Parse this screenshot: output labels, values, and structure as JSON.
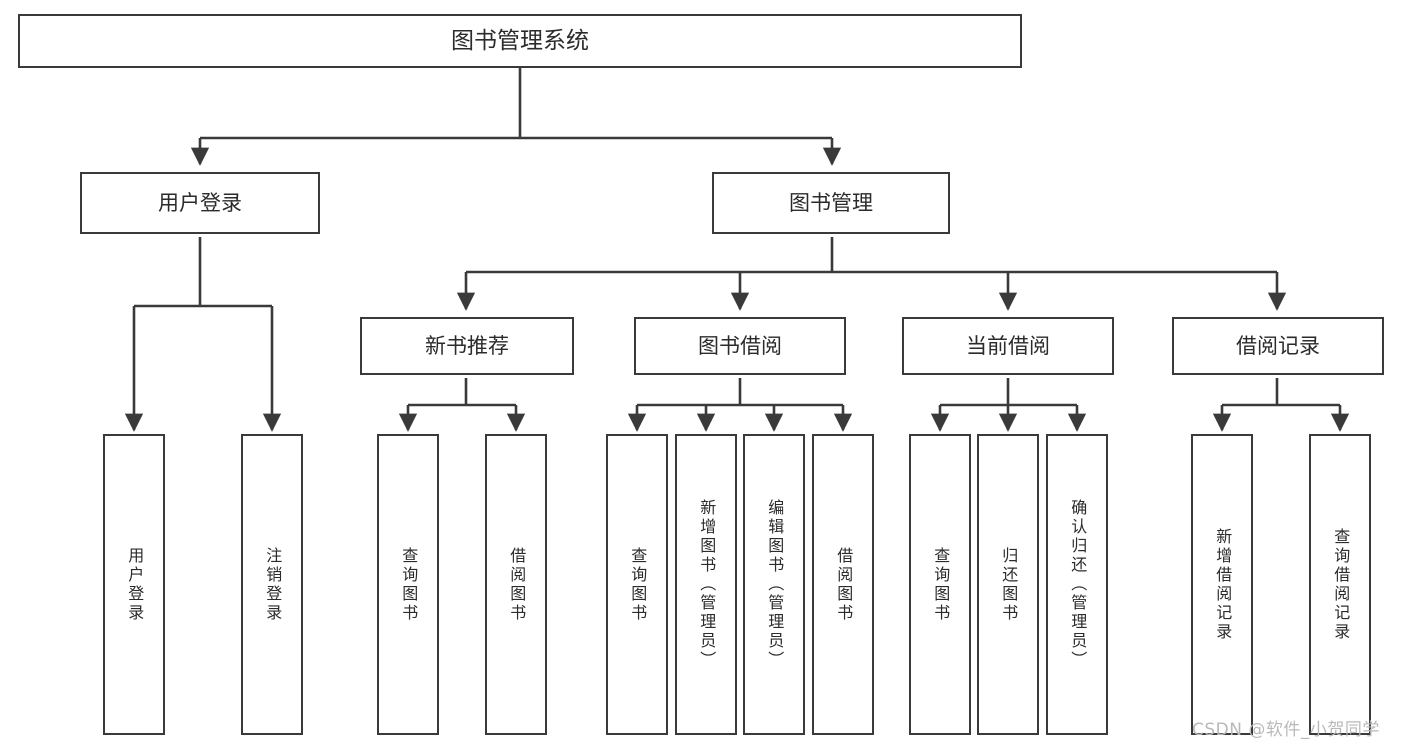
{
  "diagram": {
    "title": "图书管理系统",
    "type": "function-structure-tree",
    "root": {
      "label": "图书管理系统"
    },
    "level_two": [
      {
        "label": "用户登录"
      },
      {
        "label": "图书管理"
      }
    ],
    "level_three": [
      {
        "label": "新书推荐"
      },
      {
        "label": "图书借阅"
      },
      {
        "label": "当前借阅"
      },
      {
        "label": "借阅记录"
      }
    ],
    "leaves": {
      "user_login": [
        {
          "label": "用户登录"
        },
        {
          "label": "注销登录"
        }
      ],
      "new_book_recommend": [
        {
          "label": "查询图书"
        },
        {
          "label": "借阅图书"
        }
      ],
      "book_borrow": [
        {
          "label": "查询图书"
        },
        {
          "label": "新增图书（管理员）"
        },
        {
          "label": "编辑图书（管理员）"
        },
        {
          "label": "借阅图书"
        }
      ],
      "current_borrow": [
        {
          "label": "查询图书"
        },
        {
          "label": "归还图书"
        },
        {
          "label": "确认归还（管理员）"
        }
      ],
      "borrow_record": [
        {
          "label": "新增借阅记录"
        },
        {
          "label": "查询借阅记录"
        }
      ]
    }
  },
  "watermark": {
    "text": "CSDN @软件_小贺同学"
  },
  "colors": {
    "stroke": "#3a3a3a",
    "text": "#2b2b2b",
    "background": "#ffffff",
    "watermark": "#b9b9b9"
  }
}
